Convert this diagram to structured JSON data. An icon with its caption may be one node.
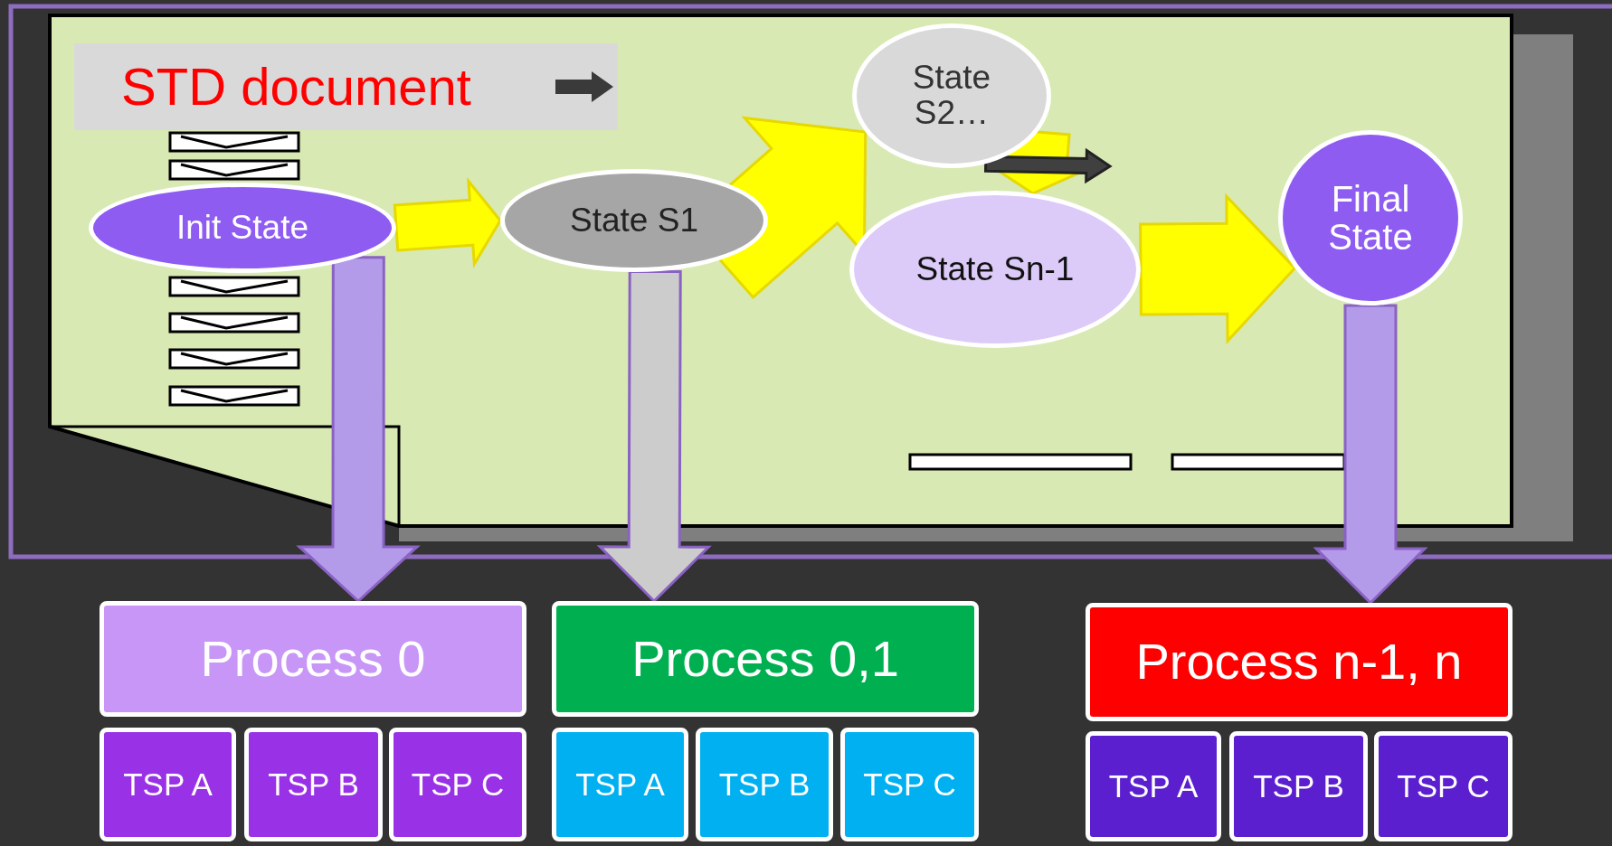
{
  "diagram": {
    "nodes": [
      {
        "text": [
          "STD document"
        ]
      },
      {
        "text": [
          "State S2…"
        ]
      },
      {
        "text": [
          "Init State"
        ]
      },
      {
        "text": [
          "State S1"
        ]
      },
      {
        "text": [
          "State Sn-1"
        ]
      },
      {
        "text": [
          "Final State"
        ]
      },
      {
        "text": [
          "Process 0"
        ]
      },
      {
        "text": [
          "Process 0,1"
        ]
      },
      {
        "text": [
          "Process n-1, n"
        ]
      },
      {
        "text": [
          "TSP A"
        ]
      },
      {
        "text": [
          "TSP B"
        ]
      },
      {
        "text": [
          "TSP C"
        ]
      },
      {
        "text": [
          "TSP A"
        ]
      },
      {
        "text": [
          "TSP B"
        ]
      },
      {
        "text": [
          "TSP C"
        ]
      },
      {
        "text": [
          "TSP A"
        ]
      },
      {
        "text": [
          "TSP B"
        ]
      },
      {
        "text": [
          "TSP C"
        ]
      }
    ],
    "edges": [
      {
        "from": 2,
        "to": 3,
        "arrow": "to"
      },
      {
        "from": 3,
        "to": 1,
        "arrow": "to"
      },
      {
        "from": 1,
        "to": 4,
        "arrow": "to"
      },
      {
        "from": 1,
        "to": null,
        "arrow": "to",
        "color": "#404040"
      },
      {
        "from": 4,
        "to": 5,
        "arrow": "to"
      },
      {
        "from": 2,
        "to": 6,
        "arrow": "to",
        "color": "#b49bea"
      },
      {
        "from": 3,
        "to": 7,
        "arrow": "to",
        "color": "#cccccc"
      },
      {
        "from": 5,
        "to": 8,
        "arrow": "to",
        "color": "#b49bea"
      }
    ]
  }
}
